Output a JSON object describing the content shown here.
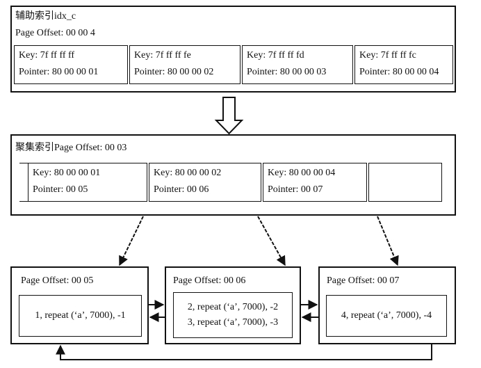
{
  "secondary_index": {
    "title": "辅助索引idx_c",
    "page_offset": "Page Offset: 00 00 4",
    "entries": [
      {
        "key": "Key: 7f ff ff ff",
        "pointer": "Pointer: 80 00 00 01"
      },
      {
        "key": "Key: 7f ff ff fe",
        "pointer": "Pointer: 80 00 00 02"
      },
      {
        "key": "Key: 7f ff ff fd",
        "pointer": "Pointer: 80 00 00 03"
      },
      {
        "key": "Key: 7f ff ff fc",
        "pointer": "Pointer: 80 00 00 04"
      }
    ]
  },
  "clustered_index": {
    "title": "聚集索引Page Offset: 00 03",
    "entries": [
      {
        "key": "Key: 80 00 00 01",
        "pointer": "Pointer: 00 05"
      },
      {
        "key": "Key: 80 00 00 02",
        "pointer": "Pointer: 00 06"
      },
      {
        "key": "Key: 80 00 00 04",
        "pointer": "Pointer: 00 07"
      }
    ]
  },
  "leaf_pages": [
    {
      "page_offset": "Page Offset: 00 05",
      "rows": [
        "1, repeat (‘a’, 7000), -1"
      ]
    },
    {
      "page_offset": "Page Offset: 00 06",
      "rows": [
        "2, repeat (‘a’, 7000), -2",
        "3, repeat (‘a’, 7000), -3"
      ]
    },
    {
      "page_offset": "Page Offset: 00 07",
      "rows": [
        "4, repeat (‘a’, 7000), -4"
      ]
    }
  ]
}
